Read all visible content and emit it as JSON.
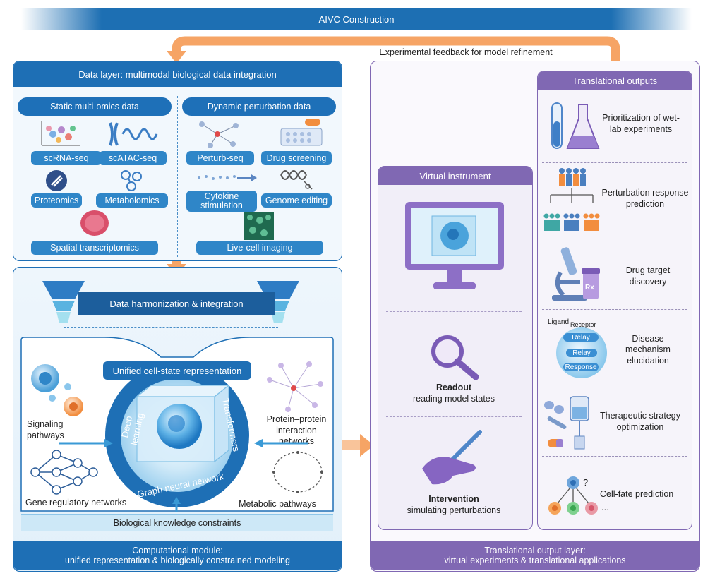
{
  "title": "AIVC Construction",
  "feedback": "Experimental feedback for model refinement",
  "data_layer": {
    "header": "Data layer: multimodal biological data integration",
    "static": {
      "header": "Static multi-omics data",
      "items": [
        "scRNA-seq",
        "scATAC-seq",
        "Proteomics",
        "Metabolomics",
        "Spatial transcriptomics"
      ]
    },
    "dynamic": {
      "header": "Dynamic perturbation data",
      "items": [
        "Perturb-seq",
        "Drug screening",
        "Cytokine stimulation",
        "Genome editing",
        "Live-cell imaging"
      ]
    }
  },
  "computational": {
    "harmonization": "Data harmonization & integration",
    "unified": "Unified cell-state representation",
    "ring": [
      "Deep learning",
      "Transformers",
      "Graph neural network"
    ],
    "left": [
      "Signaling pathways",
      "Gene regulatory networks"
    ],
    "right": [
      "Protein–protein interaction networks",
      "Metabolic pathways"
    ],
    "constraints": "Biological knowledge constraints",
    "footer_line1": "Computational module:",
    "footer_line2": "unified representation & biologically constrained modeling"
  },
  "virtual_instrument": {
    "header": "Virtual instrument",
    "readout_title": "Readout",
    "readout_sub": "reading model states",
    "intervention_title": "Intervention",
    "intervention_sub": "simulating perturbations"
  },
  "translational": {
    "header": "Translational outputs",
    "items": [
      "Prioritization of wet-lab experiments",
      "Perturbation response prediction",
      "Drug target discovery",
      "Disease mechanism elucidation",
      "Therapeutic strategy optimization",
      "Cell-fate prediction"
    ],
    "disease_labels": [
      "Ligand",
      "Receptor",
      "Relay",
      "Relay",
      "Response"
    ],
    "question_mark": "?",
    "ellipsis": "...",
    "rx": "Rx",
    "footer_line1": "Translational output layer:",
    "footer_line2": "virtual experiments & translational applications"
  },
  "colors": {
    "blue": "#1e6fb5",
    "purple": "#8068b3",
    "orange": "#f4a261"
  }
}
